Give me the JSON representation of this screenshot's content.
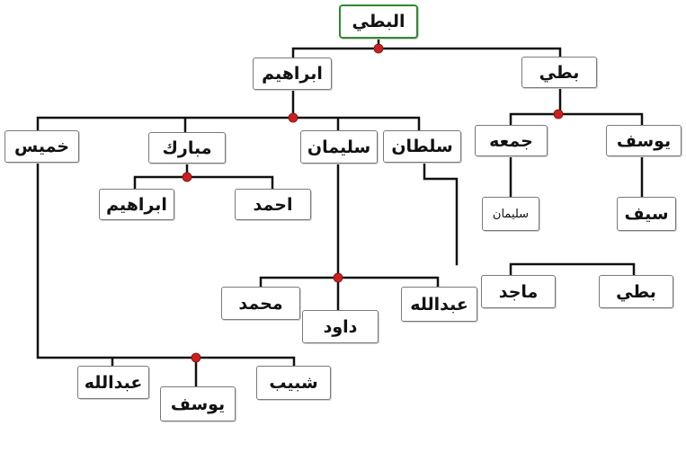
{
  "colors": {
    "line": "#111111",
    "junction": "#cc1f1f",
    "root_border": "#2f8a2f",
    "box_border": "#7a7a7a"
  },
  "tree": {
    "root": "البطي",
    "gen1": {
      "left": "ابراهيم",
      "right": "بطي"
    },
    "ibrahim_children": [
      "خميس",
      "مبارك",
      "سليمان",
      "سلطان"
    ],
    "buti_children": [
      "جمعه",
      "يوسف"
    ],
    "mubarak_children": [
      "ابراهيم",
      "احمد"
    ],
    "jumaa_children": [
      "سليمان"
    ],
    "yousef_children": [
      "سيف"
    ],
    "sultan_children": [
      "ماجد",
      "بطي"
    ],
    "sulaiman_children": [
      "محمد",
      "داود",
      "عبدالله"
    ],
    "khamis_children": [
      "عبدالله",
      "يوسف",
      "شبيب"
    ]
  }
}
